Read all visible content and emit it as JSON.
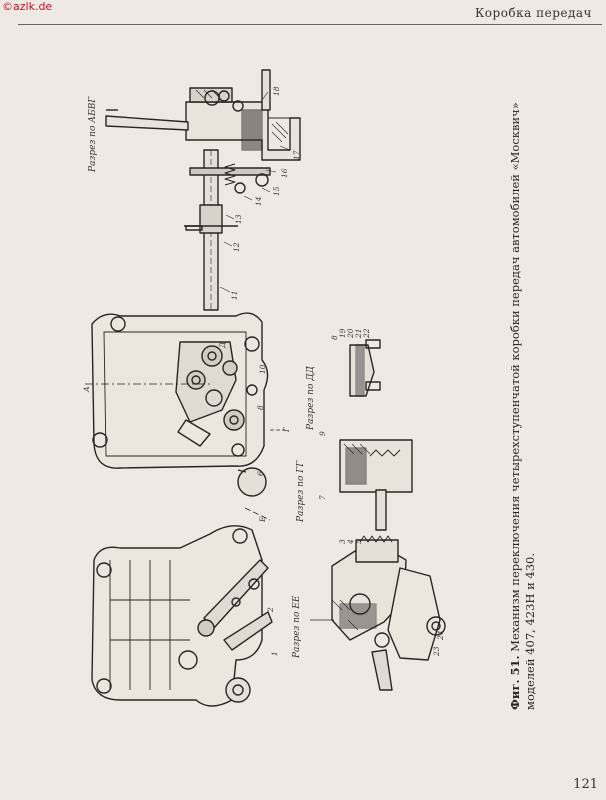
{
  "watermark": "©azlk.de",
  "running_head": "Коробка передач",
  "page_number": "121",
  "caption": {
    "label": "Фиг. 51.",
    "text": "Механизм переключения четырехступенчатой коробки передач автомобилей «Москвич» моделей 407, 423Н и 430."
  },
  "sections": {
    "abvg": "Разрез по АБВГ",
    "dd": "Разрез по ДД",
    "gg": "Разрез по ГГ",
    "ee": "Разрез по ЕЕ"
  },
  "callouts": {
    "n1": "1",
    "n2": "2",
    "n3": "3",
    "n4": "4",
    "n5": "5",
    "n6": "6",
    "n7": "7",
    "n8": "8",
    "n9": "9",
    "n10": "10",
    "n11": "11",
    "n12": "12",
    "n13": "13",
    "n14": "14",
    "n15": "15",
    "n16": "16",
    "n17": "17",
    "n18": "18",
    "n19": "19",
    "n20": "20",
    "n21": "21",
    "n22": "22",
    "n23": "23",
    "n24": "24",
    "lA": "А",
    "lB": "Б",
    "lV": "В",
    "lG": "Г",
    "lD": "Д",
    "lE": "Е"
  },
  "colors": {
    "ink": "#2a2522",
    "paper": "#eeeae3",
    "watermark": "#c8102e"
  }
}
